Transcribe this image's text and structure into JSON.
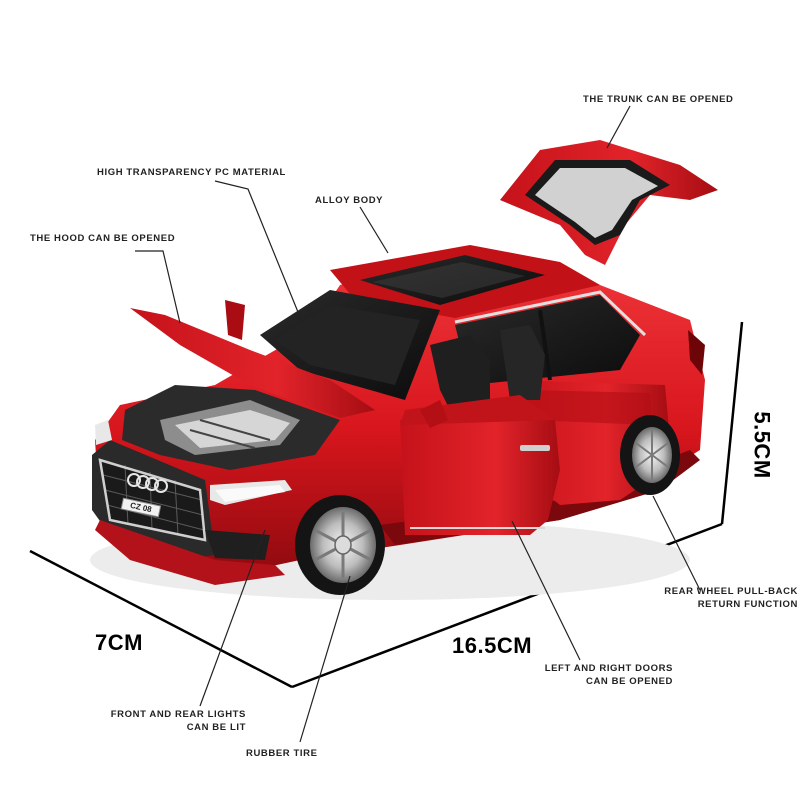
{
  "callouts": {
    "trunk": "THE TRUNK CAN BE OPENED",
    "pc_material": "HIGH TRANSPARENCY PC MATERIAL",
    "alloy": "ALLOY BODY",
    "hood": "THE HOOD CAN BE OPENED",
    "rear_wheel_line1": "REAR WHEEL PULL-BACK",
    "rear_wheel_line2": "RETURN FUNCTION",
    "doors_line1": "LEFT AND RIGHT DOORS",
    "doors_line2": "CAN BE OPENED",
    "lights_line1": "FRONT AND REAR LIGHTS",
    "lights_line2": "CAN BE LIT",
    "tire": "RUBBER TIRE"
  },
  "dimensions": {
    "width": "7CM",
    "length": "16.5CM",
    "height": "5.5CM"
  },
  "plate": "CZ 08",
  "colors": {
    "body_red": "#d8161d",
    "dark_red": "#8e0a0f",
    "line": "#1a1a1a"
  }
}
